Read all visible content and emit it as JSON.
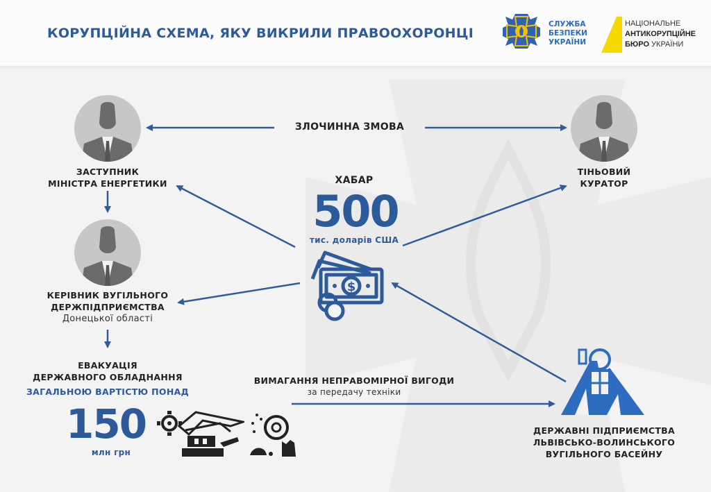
{
  "header": {
    "title": "КОРУПЦІЙНА СХЕМА, ЯКУ ВИКРИЛИ ПРАВООХОРОНЦІ",
    "logos": {
      "sbu": {
        "line1": "СЛУЖБА",
        "line2": "БЕЗПЕКИ",
        "line3": "УКРАЇНИ"
      },
      "nabu": {
        "line1": "НАЦІОНАЛЬНЕ",
        "line2": "АНТИКОРУПЦІЙНЕ",
        "line3_bold": "БЮРО",
        "line3_rest": " УКРАЇНИ"
      }
    }
  },
  "nodes": {
    "deputy_minister": {
      "line1": "ЗАСТУПНИК",
      "line2": "МІНІСТРА ЕНЕРГЕТИКИ"
    },
    "shadow_curator": {
      "line1": "ТІНЬОВИЙ",
      "line2": "КУРАТОР"
    },
    "coal_head": {
      "line1": "КЕРІВНИК ВУГІЛЬНОГО",
      "line2": "ДЕРЖПІДПРИЄМСТВА",
      "sub": "Донецької області"
    },
    "evacuation": {
      "line1": "ЕВАКУАЦІЯ",
      "line2": "ДЕРЖАВНОГО ОБЛАДНАННЯ",
      "line3": "ЗАГАЛЬНОЮ ВАРТІСТЮ ПОНАД",
      "amount": "150",
      "unit": "млн грн"
    },
    "state_enterprises": {
      "line1": "ДЕРЖАВНІ ПІДПРИЄМСТВА",
      "line2": "ЛЬВІВСЬКО-ВОЛИНСЬКОГО",
      "line3": "ВУГІЛЬНОГО БАСЕЙНУ"
    }
  },
  "center": {
    "conspiracy": "ЗЛОЧИННА ЗМОВА",
    "bribe_label": "ХАБАР",
    "bribe_amount": "500",
    "bribe_unit": "тис. доларів США"
  },
  "extortion": {
    "title": "ВИМАГАННЯ НЕПРАВОМІРНОЇ ВИГОДИ",
    "sub": "за передачу техніки"
  },
  "colors": {
    "accent": "#2d5a9a",
    "arrow": "#2f5d9c",
    "avatar_bg": "#c7c7c7",
    "silhouette": "#6b6b6b",
    "nabu_yellow": "#f5d800",
    "sbu_yellow": "#f2c200"
  }
}
